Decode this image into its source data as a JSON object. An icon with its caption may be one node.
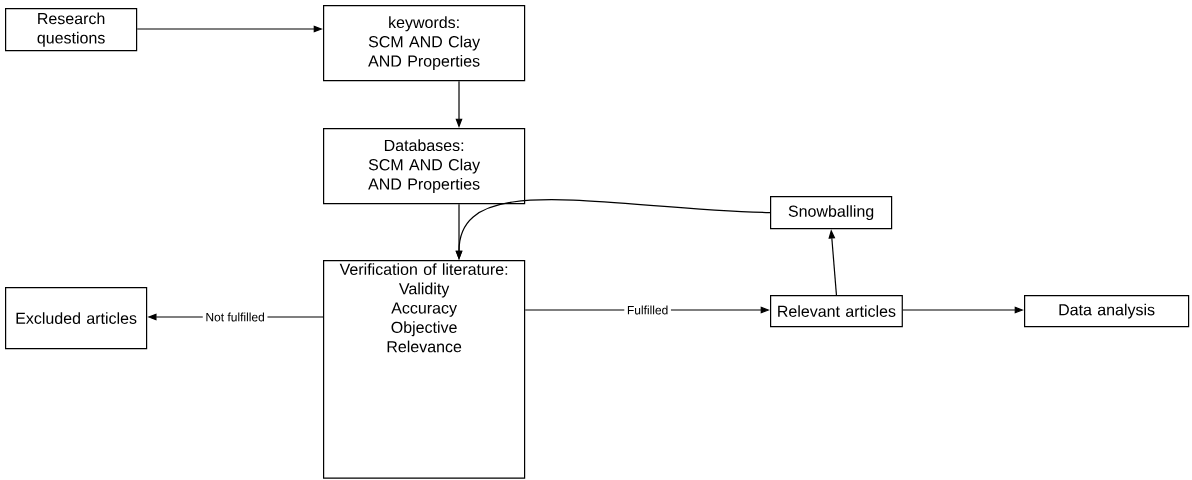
{
  "diagram": {
    "nodes": [
      {
        "text": [
          "Research questions"
        ]
      },
      {
        "text": [
          "keywords:",
          "SCM AND Clay AND Properties"
        ]
      },
      {
        "text": [
          "Databases:",
          "SCM AND Clay AND Properties"
        ]
      },
      {
        "text": [
          "Verification of literature:",
          "Validity",
          "Accuracy",
          "Objective",
          "Relevance"
        ]
      },
      {
        "text": [
          "Excluded articles"
        ]
      },
      {
        "text": [
          "Relevant articles"
        ]
      },
      {
        "text": [
          "Snowballing"
        ]
      },
      {
        "text": [
          "Data analysis"
        ]
      }
    ],
    "edges": [
      {
        "from": 0,
        "to": 1,
        "arrow": "to"
      },
      {
        "from": 1,
        "to": 2,
        "arrow": "to"
      },
      {
        "from": 2,
        "to": 3,
        "arrow": "to"
      },
      {
        "from": 3,
        "to": 4,
        "arrow": "to",
        "label": "Not fulfilled"
      },
      {
        "from": 3,
        "to": 5,
        "arrow": "to",
        "label": "Fulfilled"
      },
      {
        "from": 5,
        "to": 6,
        "arrow": "to"
      },
      {
        "from": 6,
        "to": 3,
        "arrow": "to"
      },
      {
        "from": 5,
        "to": 7,
        "arrow": "to"
      }
    ]
  }
}
